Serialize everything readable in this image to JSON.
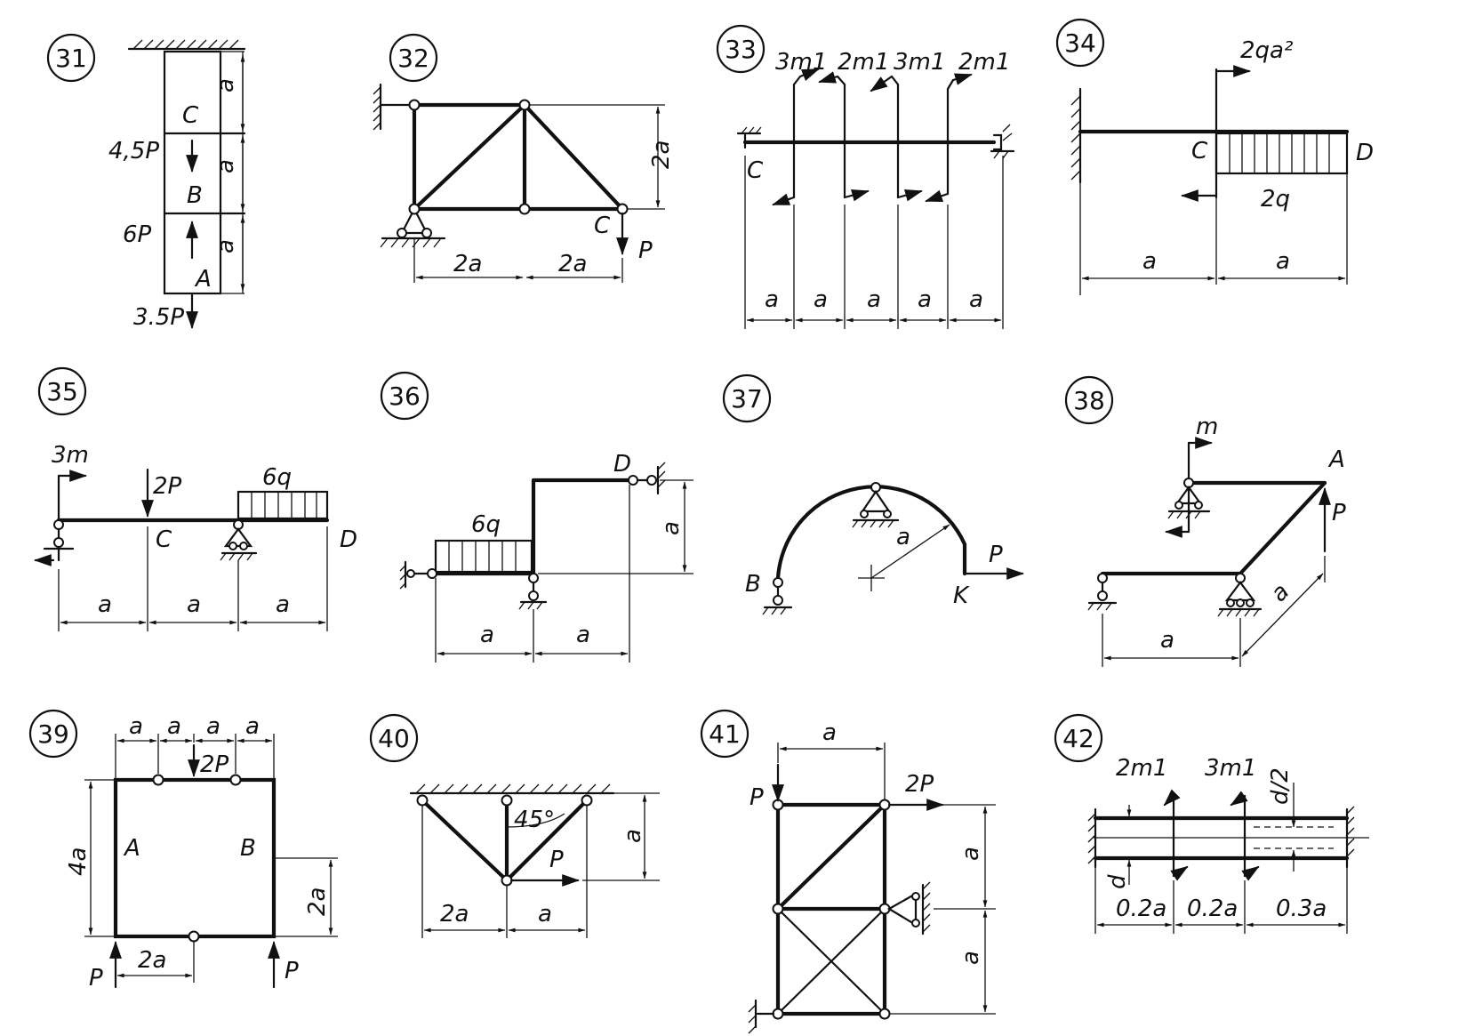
{
  "problems": [
    {
      "number": "31",
      "labels": {
        "c": "C",
        "b": "B",
        "a": "A",
        "f1": "4,5P",
        "f2": "6P",
        "f3": "3.5P"
      },
      "dims": [
        "a",
        "a",
        "a"
      ]
    },
    {
      "number": "32",
      "labels": {
        "c": "C",
        "p": "P"
      },
      "dims": [
        "2a",
        "2a",
        "2a"
      ]
    },
    {
      "number": "33",
      "labels": {
        "c": "C",
        "m1": "3m1",
        "m2": "2m1",
        "m3": "3m1",
        "m4": "2m1"
      },
      "dims": [
        "a",
        "a",
        "a",
        "a",
        "a"
      ]
    },
    {
      "number": "34",
      "labels": {
        "c": "C",
        "d": "D",
        "m": "2qa²",
        "q": "2q"
      },
      "dims": [
        "a",
        "a"
      ]
    },
    {
      "number": "35",
      "labels": {
        "m": "3m",
        "p": "2P",
        "q": "6q",
        "c": "C",
        "d": "D"
      },
      "dims": [
        "a",
        "a",
        "a"
      ]
    },
    {
      "number": "36",
      "labels": {
        "d": "D",
        "q": "6q"
      },
      "dims": [
        "a",
        "a",
        "a"
      ]
    },
    {
      "number": "37",
      "labels": {
        "b": "B",
        "k": "K",
        "p": "P",
        "r": "a"
      },
      "dims": []
    },
    {
      "number": "38",
      "labels": {
        "m": "m",
        "a": "A",
        "p": "P"
      },
      "dims": [
        "a",
        "a"
      ]
    },
    {
      "number": "39",
      "labels": {
        "p2": "2P",
        "a": "A",
        "b": "B",
        "p_left": "P",
        "p_right": "P"
      },
      "dims": [
        "a",
        "a",
        "a",
        "a",
        "4a",
        "2a",
        "2a"
      ]
    },
    {
      "number": "40",
      "labels": {
        "angle": "45°",
        "p": "P"
      },
      "dims": [
        "2a",
        "a",
        "a"
      ]
    },
    {
      "number": "41",
      "labels": {
        "p": "P",
        "p2": "2P"
      },
      "dims": [
        "a",
        "a",
        "a"
      ]
    },
    {
      "number": "42",
      "labels": {
        "m1": "2m1",
        "m2": "3m1",
        "d2": "d/2",
        "d": "d"
      },
      "dims": [
        "0.2a",
        "0.2a",
        "0.3a"
      ]
    }
  ]
}
